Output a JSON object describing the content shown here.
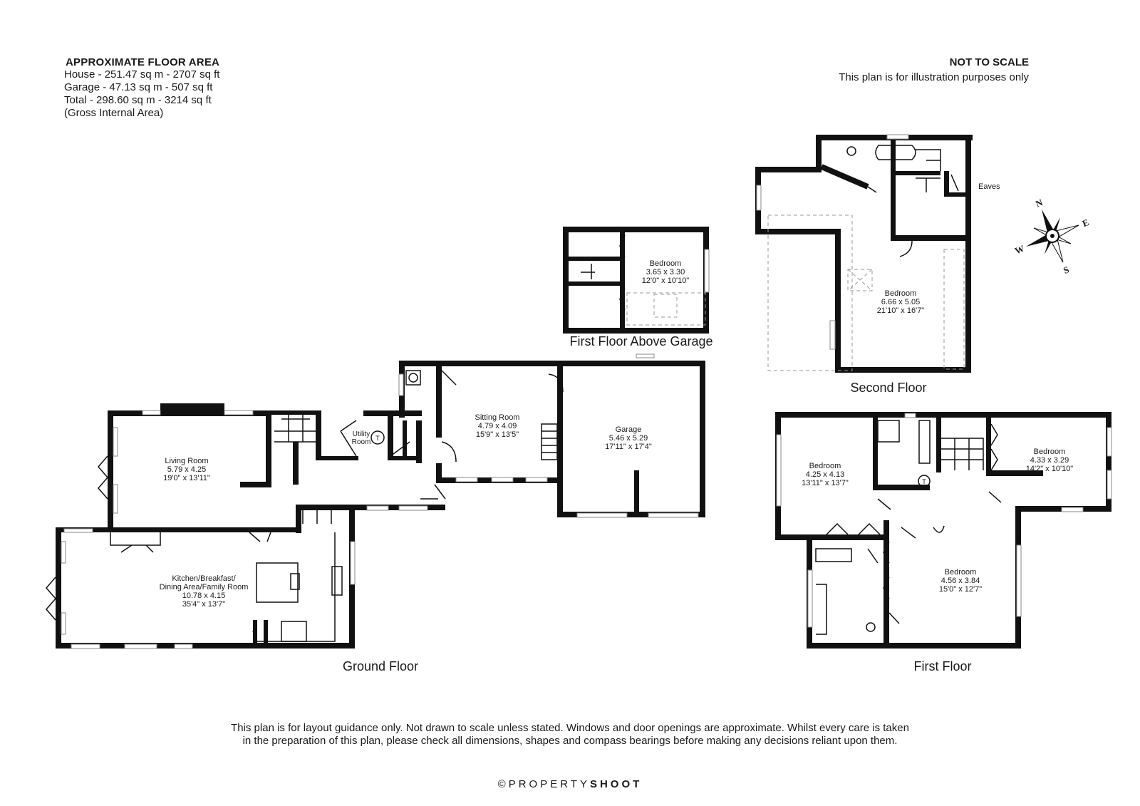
{
  "header": {
    "area_title": "APPROXIMATE FLOOR AREA",
    "lines": [
      "House - 251.47 sq m - 2707 sq ft",
      "Garage - 47.13 sq m - 507 sq ft",
      "Total - 298.60 sq m - 3214 sq ft",
      "(Gross Internal Area)"
    ],
    "scale_title": "NOT TO SCALE",
    "scale_note": "This plan is for illustration purposes only"
  },
  "floors": {
    "ground": "Ground Floor",
    "first": "First Floor",
    "second": "Second Floor",
    "above_garage": "First Floor Above Garage"
  },
  "rooms": {
    "living": {
      "name": "Living Room",
      "metric": "5.79 x 4.25",
      "imperial": "19'0\" x 13'11\""
    },
    "kitchen": {
      "name1": "Kitchen/Breakfast/",
      "name2": "Dining Area/Family Room",
      "metric": "10.78 x 4.15",
      "imperial": "35'4\" x 13'7\""
    },
    "utility": {
      "name1": "Utility",
      "name2": "Room"
    },
    "sitting": {
      "name": "Sitting Room",
      "metric": "4.79 x 4.09",
      "imperial": "15'9\" x 13'5\""
    },
    "garage": {
      "name": "Garage",
      "metric": "5.46 x 5.29",
      "imperial": "17'11\" x 17'4\""
    },
    "above_garage_bed": {
      "name": "Bedroom",
      "metric": "3.65 x 3.30",
      "imperial": "12'0\" x 10'10\""
    },
    "second_bed": {
      "name": "Bedroom",
      "metric": "6.66 x 5.05",
      "imperial": "21'10\" x 16'7\""
    },
    "first_bed1": {
      "name": "Bedroom",
      "metric": "4.25 x 4.13",
      "imperial": "13'11\" x 13'7\""
    },
    "first_bed2": {
      "name": "Bedroom",
      "metric": "4.33 x 3.29",
      "imperial": "14'2\" x 10'10\""
    },
    "first_bed3": {
      "name": "Bedroom",
      "metric": "4.56 x 3.84",
      "imperial": "15'0\" x 12'7\""
    },
    "eaves": "Eaves",
    "wc_symbol": "T"
  },
  "compass": {
    "n": "N",
    "e": "E",
    "s": "S",
    "w": "W"
  },
  "footer": {
    "line1": "This plan is for layout guidance only. Not drawn to scale unless stated. Windows and door openings are approximate. Whilst every care is taken",
    "line2": "in the preparation of this plan, please check all dimensions, shapes and compass bearings before making any decisions reliant upon them.",
    "brand_prefix": "©PROPERTY",
    "brand_suffix": "SHOOT"
  }
}
